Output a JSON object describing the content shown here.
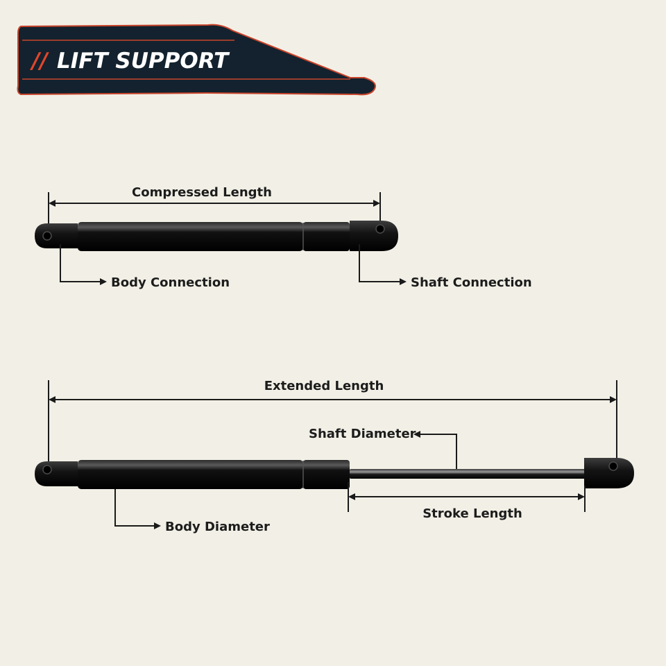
{
  "banner": {
    "slash": "//",
    "title": "LIFT SUPPORT",
    "background_color": "#13222e",
    "accent_color": "#e2452b"
  },
  "compressed_view": {
    "dimension_label": "Compressed Length",
    "body_connection_label": "Body Connection",
    "shaft_connection_label": "Shaft Connection"
  },
  "extended_view": {
    "dimension_label": "Extended Length",
    "shaft_diameter_label": "Shaft Diameter",
    "stroke_length_label": "Stroke Length",
    "body_diameter_label": "Body Diameter"
  },
  "colors": {
    "background": "#f2f0e6",
    "strut_body": "#0b0b0b",
    "lines": "#1a1a1a"
  }
}
